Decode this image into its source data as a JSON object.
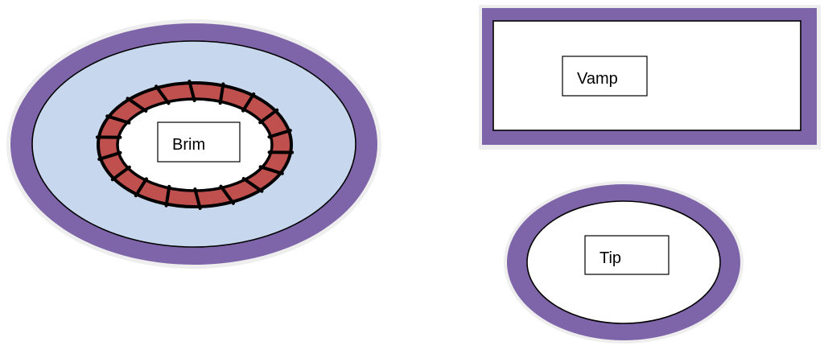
{
  "diagram": {
    "pieces": [
      {
        "id": "brim",
        "label": "Brim",
        "shape": "oval",
        "parts": [
          "outer-border",
          "fill",
          "stitched-ring",
          "label-box"
        ]
      },
      {
        "id": "vamp",
        "label": "Vamp",
        "shape": "rectangle",
        "parts": [
          "outer-border",
          "fill",
          "label-box"
        ]
      },
      {
        "id": "tip",
        "label": "Tip",
        "shape": "oval",
        "parts": [
          "outer-border",
          "fill",
          "label-box"
        ]
      }
    ]
  },
  "colors": {
    "border": "#7E64A8",
    "brim_fill": "#C7D8EE",
    "ring": "#C0504D",
    "stroke": "#000000",
    "background": "#FFFFFF",
    "label_box": "#FFFFFF"
  }
}
